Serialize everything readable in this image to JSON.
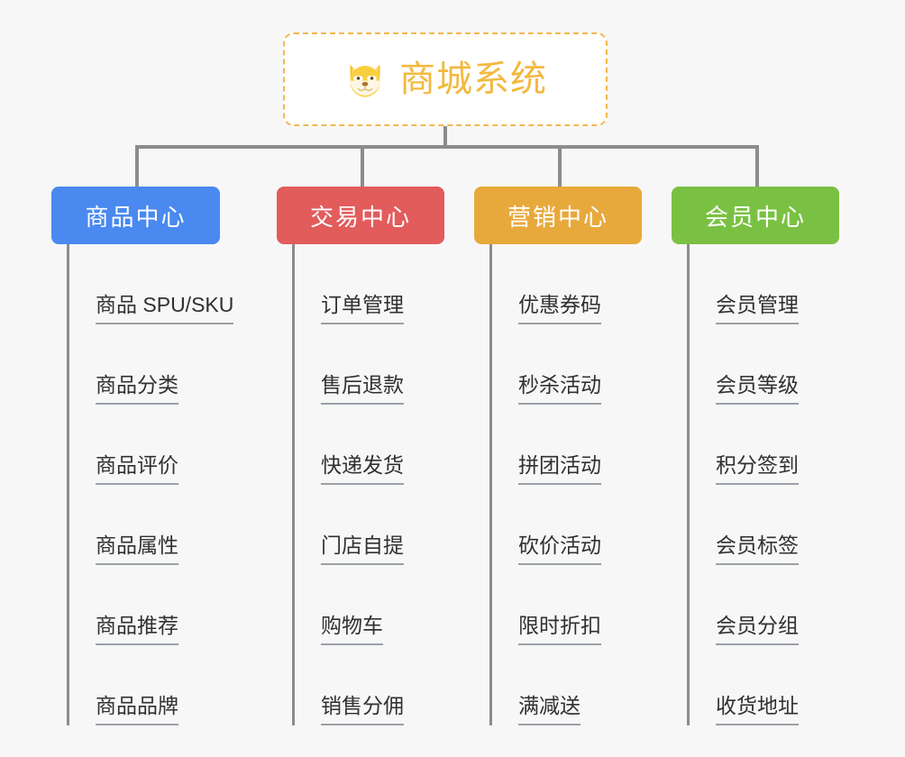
{
  "diagram": {
    "type": "mind-map",
    "background": "#f7f7f7",
    "root": {
      "title": "商城系统",
      "icon": "dog-face-icon",
      "icon_glyph": "🐶",
      "text_color": "#f2b93f",
      "border_color": "#f2b84b",
      "background": "#ffffff"
    },
    "connector_color": "#8c8c8c",
    "branches": [
      {
        "label": "商品中心",
        "color": "#4a89ef",
        "items": [
          "商品 SPU/SKU",
          "商品分类",
          "商品评价",
          "商品属性",
          "商品推荐",
          "商品品牌"
        ]
      },
      {
        "label": "交易中心",
        "color": "#e25c5c",
        "items": [
          "订单管理",
          "售后退款",
          "快递发货",
          "门店自提",
          "购物车",
          "销售分佣"
        ]
      },
      {
        "label": "营销中心",
        "color": "#e8a93c",
        "items": [
          "优惠券码",
          "秒杀活动",
          "拼团活动",
          "砍价活动",
          "限时折扣",
          "满减送"
        ]
      },
      {
        "label": "会员中心",
        "color": "#7ac143",
        "items": [
          "会员管理",
          "会员等级",
          "积分签到",
          "会员标签",
          "会员分组",
          "收货地址"
        ]
      }
    ]
  }
}
